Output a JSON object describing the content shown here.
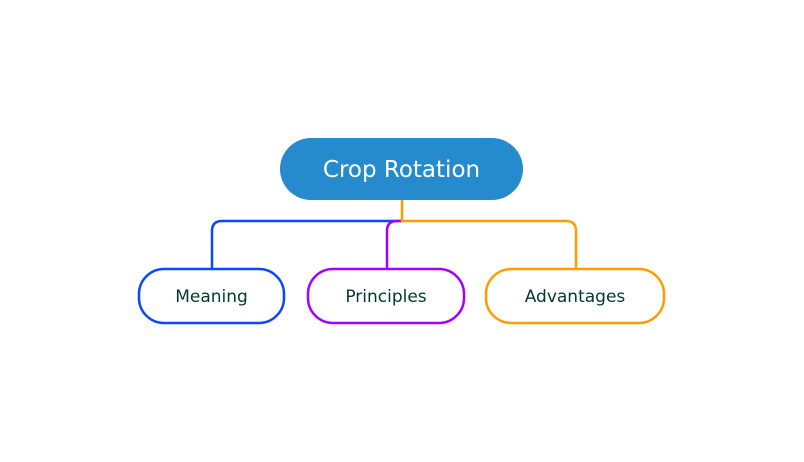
{
  "root": {
    "label": "Crop Rotation",
    "color": "#258bcc",
    "text_color": "#ffffff"
  },
  "children": [
    {
      "label": "Meaning",
      "color": "#0a47ff"
    },
    {
      "label": "Principles",
      "color": "#a100ff"
    },
    {
      "label": "Advantages",
      "color": "#ff9d00"
    }
  ],
  "child_text_color": "#003b2a"
}
